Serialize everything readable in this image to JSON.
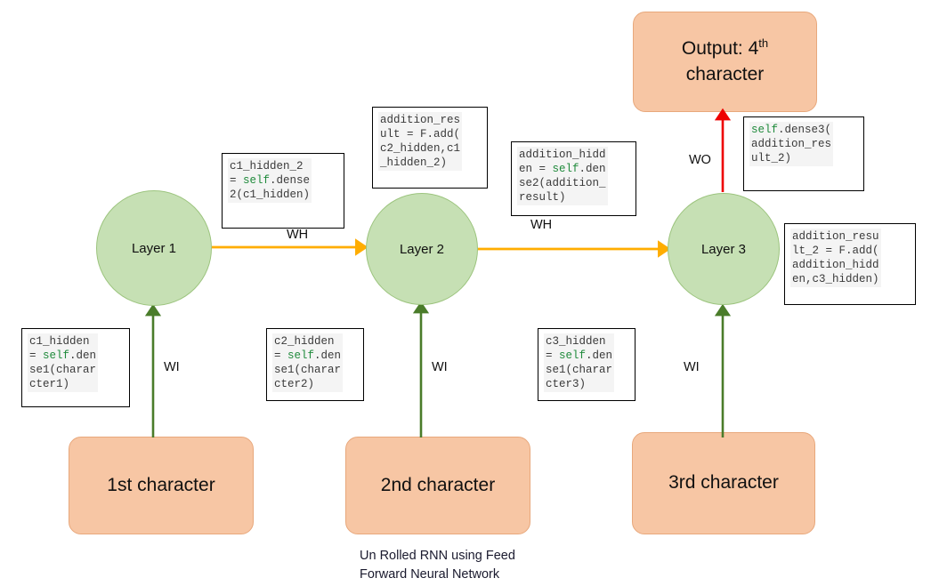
{
  "diagram": {
    "title_caption": "Un Rolled RNN using Feed\nForward Neural Network",
    "colors": {
      "char_box_fill": "#f7c6a4",
      "char_box_border": "#e8a87c",
      "circle_fill": "#c6e0b4",
      "circle_border": "#9cc47e",
      "input_arrow": "#4a7c2a",
      "hidden_arrow": "#ffad00",
      "output_arrow": "#ee0000",
      "code_keyword": "#1f8a3b",
      "code_text": "#3a3a3a",
      "code_bg": "#f4f4f4"
    }
  },
  "output_node": {
    "label_prefix": "Output: 4",
    "label_sup": "th",
    "label_suffix": "character"
  },
  "layers": [
    {
      "label": "Layer 1"
    },
    {
      "label": "Layer 2"
    },
    {
      "label": "Layer 3"
    }
  ],
  "inputs": [
    {
      "label": "1st character"
    },
    {
      "label": "2nd character"
    },
    {
      "label": "3rd character"
    }
  ],
  "weights": {
    "wi_1": "WI",
    "wi_2": "WI",
    "wi_3": "WI",
    "wh_1": "WH",
    "wh_2": "WH",
    "wo": "WO"
  },
  "code_boxes": {
    "c1_hidden": {
      "line1_pre": "c1_hidden",
      "line2_pre": "= ",
      "line2_kw": "self",
      "line2_post": ".den",
      "line3": "se1(charar",
      "line4": "cter1)"
    },
    "c2_hidden": {
      "line1_pre": "c2_hidden",
      "line2_pre": "= ",
      "line2_kw": "self",
      "line2_post": ".den",
      "line3": "se1(charar",
      "line4": "cter2)"
    },
    "c3_hidden": {
      "line1_pre": "c3_hidden",
      "line2_pre": "= ",
      "line2_kw": "self",
      "line2_post": ".den",
      "line3": "se1(charar",
      "line4": "cter3)"
    },
    "c1_hidden_2": {
      "line1_pre": "c1_hidden_2",
      "line2_pre": "= ",
      "line2_kw": "self",
      "line2_post": ".dense",
      "line3": "2(c1_hidden)"
    },
    "addition_result": {
      "line1": "addition_res",
      "line2": "ult = F.add(",
      "line3": "c2_hidden,c1",
      "line4": "_hidden_2)"
    },
    "addition_hidden": {
      "line1": "addition_hidd",
      "line2_pre": "en = ",
      "line2_kw": "self",
      "line2_post": ".den",
      "line3": "se2(addition_",
      "line4": "result)"
    },
    "addition_result_2": {
      "line1": "addition_resu",
      "line2": "lt_2 = F.add(",
      "line3": "addition_hidd",
      "line4": "en,c3_hidden)"
    },
    "dense3": {
      "line1_kw": "self",
      "line1_post": ".dense3(",
      "line2": "addition_res",
      "line3": "ult_2)"
    }
  }
}
